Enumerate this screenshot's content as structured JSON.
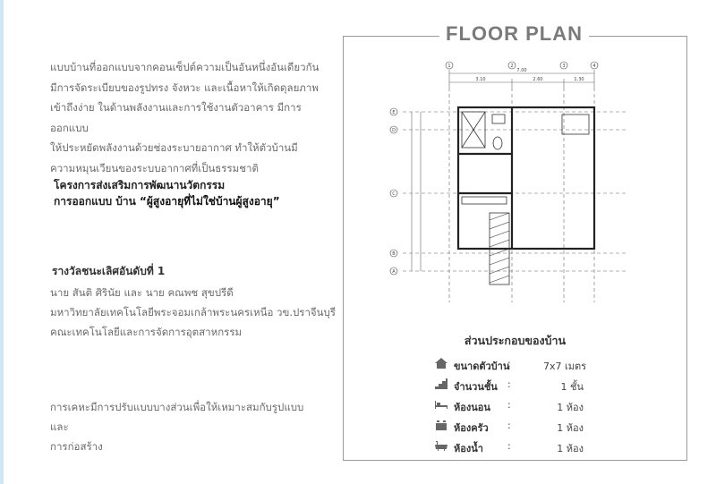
{
  "intro_lines": [
    "แบบบ้านที่ออกแบบจากคอนเซ็ปต์ความเป็นอันหนึ่งอันเดียวกัน",
    "มีการจัดระเบียบของรูปทรง จังหวะ และเนื้อหาให้เกิดดุลยภาพ",
    "เข้าถึงง่าย ในด้านพลังงานและการใช้งานตัวอาคาร มีการออกแบบ",
    "ให้ประหยัดพลังงานด้วยช่องระบายอากาศ ทำให้ตัวบ้านมี",
    "ความหมุนเวียนของระบบอากาศที่เป็นธรรมชาติ"
  ],
  "project": {
    "line1": "โครงการส่งเสริมการพัฒนานวัตกรรม",
    "line2_prefix": "การออกแบบ บ้าน ",
    "line2_quote": "“ผู้สูงอายุที่ไม่ใช่บ้านผู้สูงอายุ”"
  },
  "award": {
    "heading": "รางวัลชนะเลิศอันดับที่ 1",
    "lines": [
      "นาย สันติ ศิรินัย และ นาย คณพช สุขปรีดี",
      "มหาวิทยาลัยเทคโนโลยีพระจอมเกล้าพระนครเหนือ วข.ปราจีนบุรี",
      "คณะเทคโนโลยีและการจัดการอุตสาหกรรม"
    ]
  },
  "note_lines": [
    "การเคหะมีการปรับแบบบางส่วนเพื่อให้เหมาะสมกับรูปแบบและ",
    "การก่อสร้าง"
  ],
  "panel": {
    "title": "FLOOR PLAN",
    "caption": "ส่วนประกอบของบ้าน"
  },
  "plan_labels": {
    "top_dim_total": "7.00",
    "top_dims": [
      "3.10",
      "2.60",
      "1.30"
    ],
    "col_markers": [
      "1",
      "2",
      "3",
      "4"
    ],
    "row_markers": [
      "E",
      "D",
      "C",
      "B",
      "A"
    ]
  },
  "specs": [
    {
      "icon": "house-icon",
      "label": "ขนาดตัวบ้าน",
      "value": "7x7 เมตร"
    },
    {
      "icon": "stairs-icon",
      "label": "จำนวนชั้น",
      "value": "1 ชั้น"
    },
    {
      "icon": "bed-icon",
      "label": "ห้องนอน",
      "value": "1 ห้อง"
    },
    {
      "icon": "stove-icon",
      "label": "ห้องครัว",
      "value": "1 ห้อง"
    },
    {
      "icon": "bathtub-icon",
      "label": "ห้องน้ำ",
      "value": "1 ห้อง"
    }
  ],
  "colors": {
    "accent_rule": "#cfe6f3",
    "frame": "#9a9a9a",
    "title": "#7a7a7a"
  }
}
